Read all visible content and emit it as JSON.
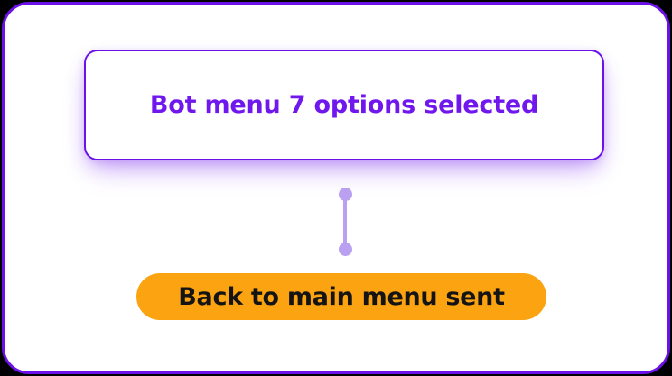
{
  "panel": {
    "background_color": "#ffffff",
    "border_color": "#6b12e8"
  },
  "flow": {
    "node": {
      "title": "Bot menu 7 options selected",
      "text_color": "#7017ee",
      "border_color": "#6b12e8",
      "background_color": "#ffffff"
    },
    "connector": {
      "color": "#b9a0f0",
      "start_dot": "connector-dot-top",
      "end_dot": "connector-dot-bottom"
    },
    "action": {
      "label": "Back to main menu sent",
      "background_color": "#fca311",
      "text_color": "#141414"
    }
  }
}
